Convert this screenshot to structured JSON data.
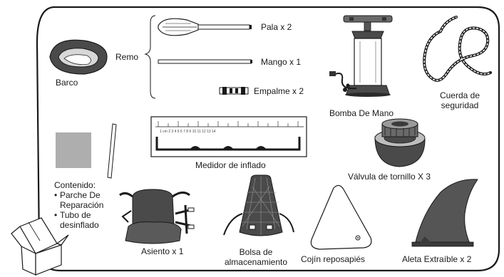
{
  "labels": {
    "barco": "Barco",
    "remo": "Remo",
    "pala": "Pala x 2",
    "mango": "Mango x 1",
    "empalme": "Empalme x 2",
    "bomba": "Bomba De Mano",
    "cuerda_1": "Cuerda de",
    "cuerda_2": "seguridad",
    "medidor": "Medidor de inflado",
    "valvula": "Válvula de tornillo X 3",
    "contenido": "Contenido:",
    "parche_1": "Parche De",
    "parche_2": "Reparación",
    "tubo_1": "Tubo de",
    "tubo_2": "desinflado",
    "asiento": "Asiento x 1",
    "bolsa_1": "Bolsa de",
    "bolsa_2": "almacenamiento",
    "cojin": "Cojín reposapiés",
    "aleta": "Aleta Extraíble x 2"
  },
  "ruler_text": "1  cm   2   3   4   5   6   7   8   9   10   11   12   13   14",
  "colors": {
    "outline": "#1a1a1a",
    "patch_gray": "#aeaeae",
    "dark_fill": "#4a4a4a",
    "fin_fill": "#555555"
  }
}
